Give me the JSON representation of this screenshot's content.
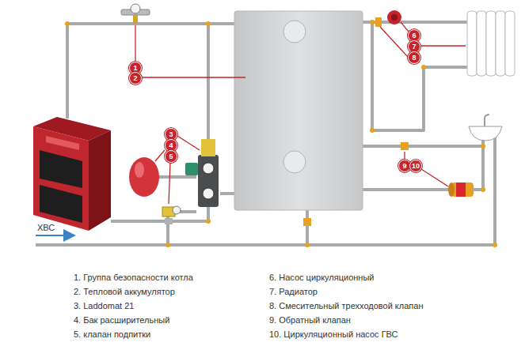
{
  "diagram": {
    "labels": [
      "1",
      "2",
      "3",
      "4",
      "5",
      "6",
      "7",
      "8",
      "9",
      "10",
      "ХВС",
      "1. Группа безопасности котла",
      "2. Тепловой аккумулятор",
      "3. Laddomat 21",
      "4. Бак расширительный",
      "5. клапан подпитки",
      "6. Насос циркуляционный",
      "7. Радиатор",
      "8. Смесительный трехходовой клапан",
      "9. Обратный клапан",
      "10. Циркуляционный насос ГВС"
    ]
  }
}
